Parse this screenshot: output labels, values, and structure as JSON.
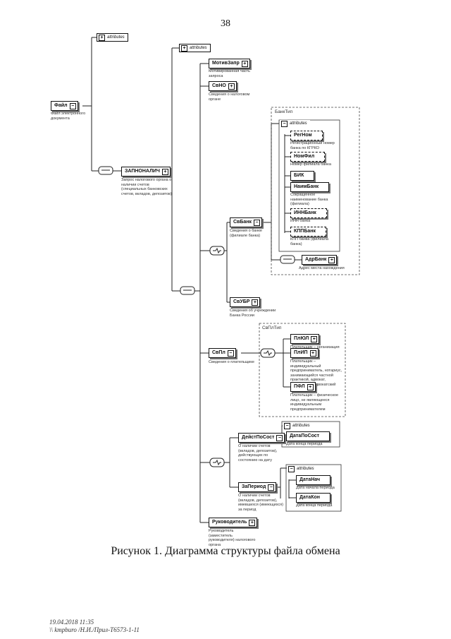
{
  "page_number": "38",
  "caption": "Рисунок 1. Диаграмма структуры файла обмена",
  "footer": {
    "line1": "19.04.2018 11:35",
    "line2": "\\\\ kmpburo /Н.И./Прил-Т6573-1-11"
  },
  "attributes_label": "attributes",
  "group_labels": {
    "bank_type": "БанкТип",
    "payer_type": "СвПлТип"
  },
  "nodes": {
    "file": {
      "label": "Файл",
      "desc": "Файл электронного документа"
    },
    "zapnalich": {
      "label": "ЗАПНОНАЛИЧ",
      "desc": "Запрос налогового органа о наличии счетов (специальных банковских счетов, вкладов, депозитов)"
    },
    "motivzapr": {
      "label": "МотивЗапр",
      "desc": "Мотивированная часть запроса"
    },
    "svno": {
      "label": "СвНО",
      "desc": "Сведения о налоговом органе"
    },
    "regnom": {
      "label": "РегНом",
      "desc": "Регистрационный номер банка по КГРКО"
    },
    "nomfil": {
      "label": "НомФил",
      "desc": "Номер филиала банка"
    },
    "bik": {
      "label": "БИК",
      "desc": ""
    },
    "naimbank": {
      "label": "НаимБанк",
      "desc": "Сокращенное наименование банка (филиала)"
    },
    "innbank": {
      "label": "ИННБанк",
      "desc": "ИНН банка"
    },
    "kppbank": {
      "label": "КППБанк",
      "desc": "КПП банка (филиала банка)"
    },
    "svbank": {
      "label": "СвБанк",
      "desc": "Сведения о банке (филиале банка)"
    },
    "adrbank": {
      "label": "АдрБанк",
      "desc": "Адрес места нахождения"
    },
    "svubr": {
      "label": "СвУБР",
      "desc": "Сведения об учреждении Банка России"
    },
    "plyul": {
      "label": "ПлЮЛ",
      "desc": "Плательщик – организация"
    },
    "plip": {
      "label": "ПлИП",
      "desc": "Плательщик – индивидуальный предприниматель, нотариус, занимающийся частной практикой, адвокат, учредивший адвокатский кабинет"
    },
    "pfl": {
      "label": "ПФЛ",
      "desc": "Плательщик – физическое лицо, не являющееся индивидуальным предпринимателем"
    },
    "svpl": {
      "label": "СвПл",
      "desc": "Сведения о плательщике"
    },
    "deistposost": {
      "label": "ДейстПоСост",
      "desc": "О наличии счетов (вкладов, депозитов), действующих по состоянию на дату"
    },
    "datposost": {
      "label": "ДатаПоСост",
      "desc": "Дата конца периода"
    },
    "zaperiod": {
      "label": "ЗаПериод",
      "desc": "О наличии счетов (вкладов, депозитов), имевшихся (имеющихся) за период"
    },
    "datanach": {
      "label": "ДатаНач",
      "desc": "Дата начала периода"
    },
    "datakon": {
      "label": "ДатаКон",
      "desc": "Дата конца периода"
    },
    "rukovoditel": {
      "label": "Руководитель",
      "desc": "Руководитель (заместитель руководителя) налогового органа"
    }
  }
}
